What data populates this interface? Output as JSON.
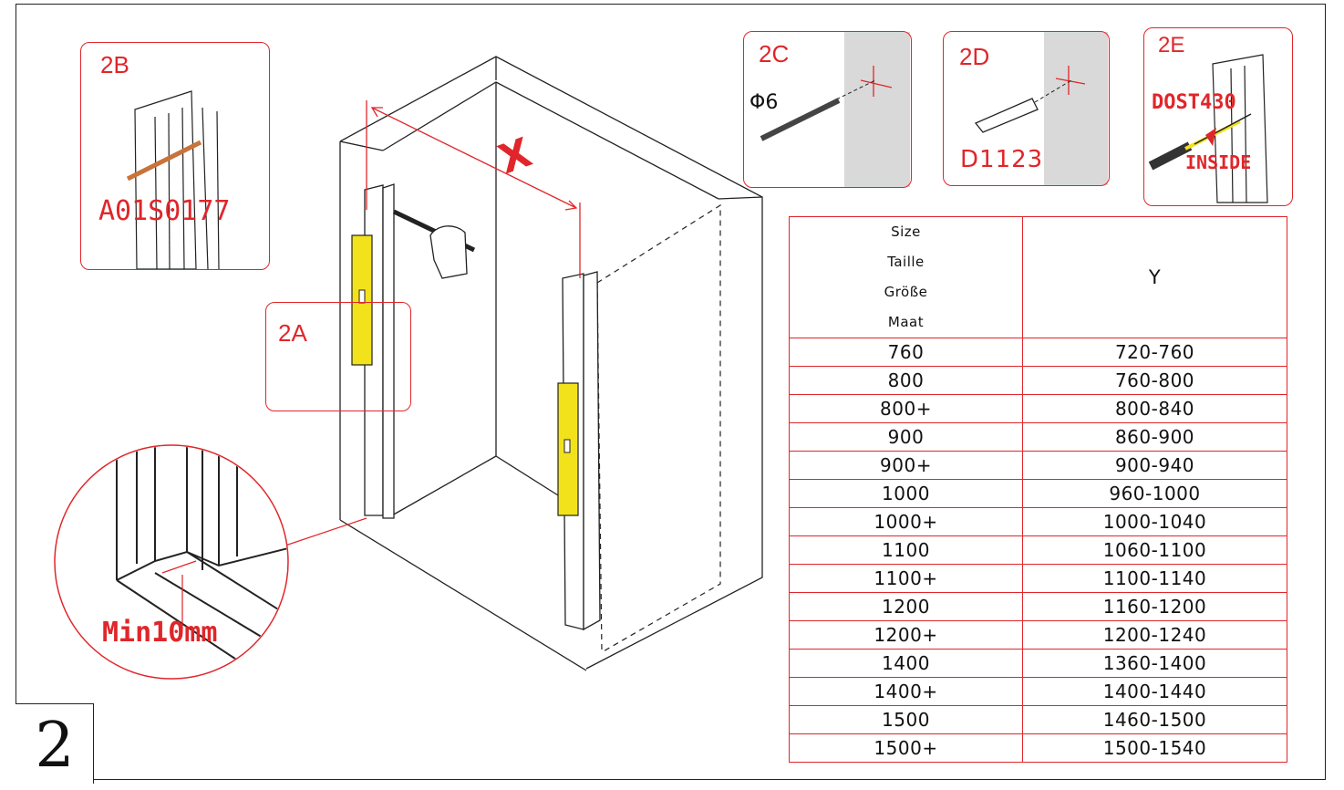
{
  "step_number": "2",
  "callouts": {
    "a": {
      "label": "2A"
    },
    "b": {
      "label": "2B",
      "part_code": "A01S0177"
    },
    "c": {
      "label": "2C",
      "drill": "Φ6"
    },
    "d": {
      "label": "2D",
      "part_code": "D1123"
    },
    "e": {
      "label": "2E",
      "part_code": "DOST430",
      "note": "INSIDE"
    }
  },
  "measure_label": "X",
  "detail_label": "Min10mm",
  "size_table": {
    "header_lines": [
      "Size",
      "Taille",
      "Größe",
      "Maat"
    ],
    "value_header": "Y",
    "rows": [
      {
        "size": "760",
        "range": "720-760"
      },
      {
        "size": "800",
        "range": "760-800"
      },
      {
        "size": "800+",
        "range": "800-840"
      },
      {
        "size": "900",
        "range": "860-900"
      },
      {
        "size": "900+",
        "range": "900-940"
      },
      {
        "size": "1000",
        "range": "960-1000"
      },
      {
        "size": "1000+",
        "range": "1000-1040"
      },
      {
        "size": "1100",
        "range": "1060-1100"
      },
      {
        "size": "1100+",
        "range": "1100-1140"
      },
      {
        "size": "1200",
        "range": "1160-1200"
      },
      {
        "size": "1200+",
        "range": "1200-1240"
      },
      {
        "size": "1400",
        "range": "1360-1400"
      },
      {
        "size": "1400+",
        "range": "1400-1440"
      },
      {
        "size": "1500",
        "range": "1460-1500"
      },
      {
        "size": "1500+",
        "range": "1500-1540"
      }
    ]
  },
  "colors": {
    "accent": "#e0262a",
    "level": "#f2e21c",
    "wall": "#d9d9d9"
  }
}
